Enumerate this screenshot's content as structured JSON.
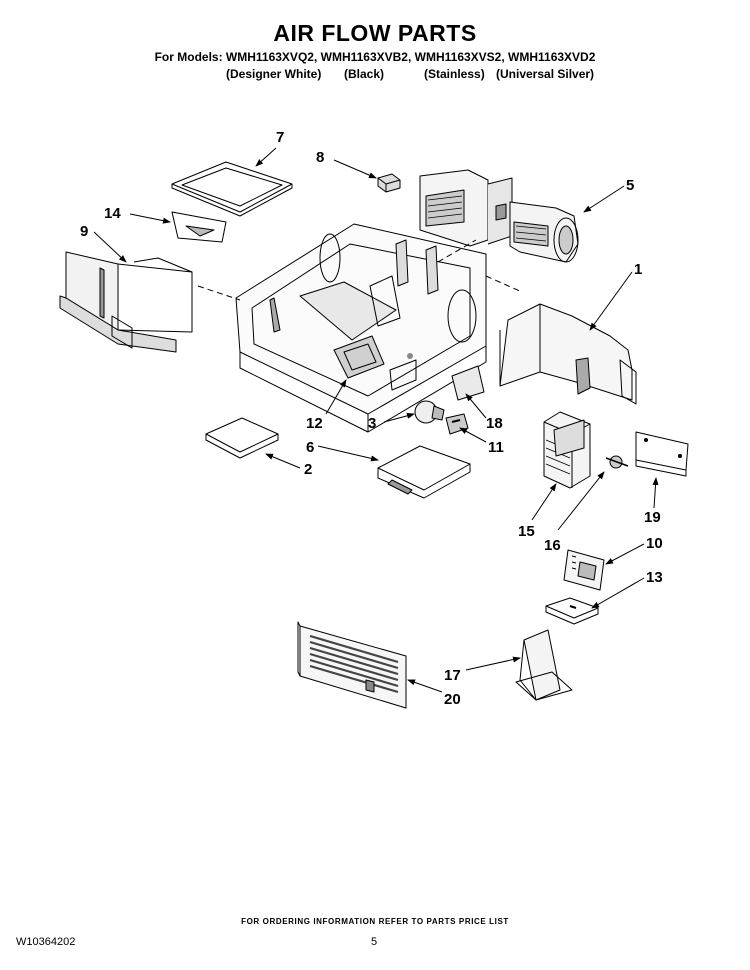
{
  "header": {
    "title": "AIR FLOW PARTS",
    "models": "For Models: WMH1163XVQ2, WMH1163XVB2, WMH1163XVS2, WMH1163XVD2",
    "finishes": [
      "(Designer White)",
      "(Black)",
      "(Stainless)",
      "(Universal Silver)"
    ]
  },
  "callouts": [
    "7",
    "8",
    "5",
    "14",
    "9",
    "1",
    "12",
    "3",
    "18",
    "11",
    "6",
    "2",
    "15",
    "16",
    "19",
    "10",
    "13",
    "17",
    "20"
  ],
  "footer": {
    "note": "FOR ORDERING INFORMATION REFER TO PARTS PRICE LIST",
    "doc_number": "W10364202",
    "page_number": "5"
  }
}
